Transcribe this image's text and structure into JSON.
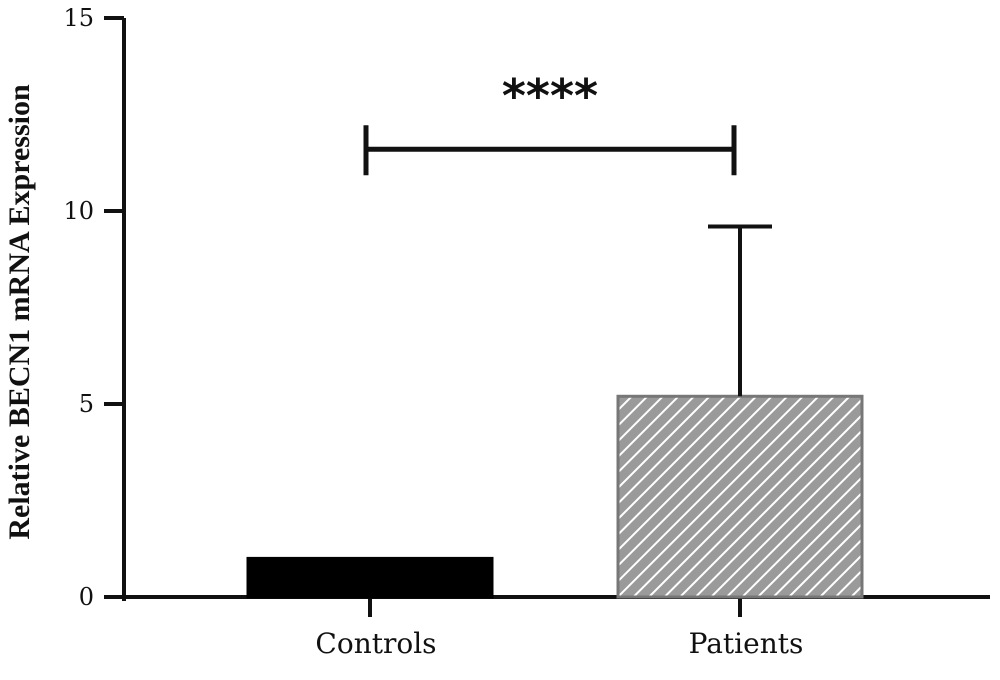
{
  "chart_data": {
    "type": "bar",
    "ylabel": "Relative BECN1 mRNA Expression",
    "xlabel": "",
    "ylim": [
      0,
      15
    ],
    "yticks": [
      0,
      5,
      10,
      15
    ],
    "categories": [
      "Controls",
      "Patients"
    ],
    "values": [
      1.0,
      5.2
    ],
    "error_upper": [
      null,
      9.6
    ],
    "bar_fills": [
      "solid-black",
      "diagonal-hatch-gray"
    ],
    "colors": {
      "controls": "#000000",
      "patients_bg": "#9a9a9a",
      "patients_hatch": "#ffffff",
      "axis": "#111111"
    },
    "significance": {
      "label": "****",
      "between": [
        "Controls",
        "Patients"
      ],
      "bracket_y": 11.6
    },
    "grid": false,
    "legend": "none"
  }
}
